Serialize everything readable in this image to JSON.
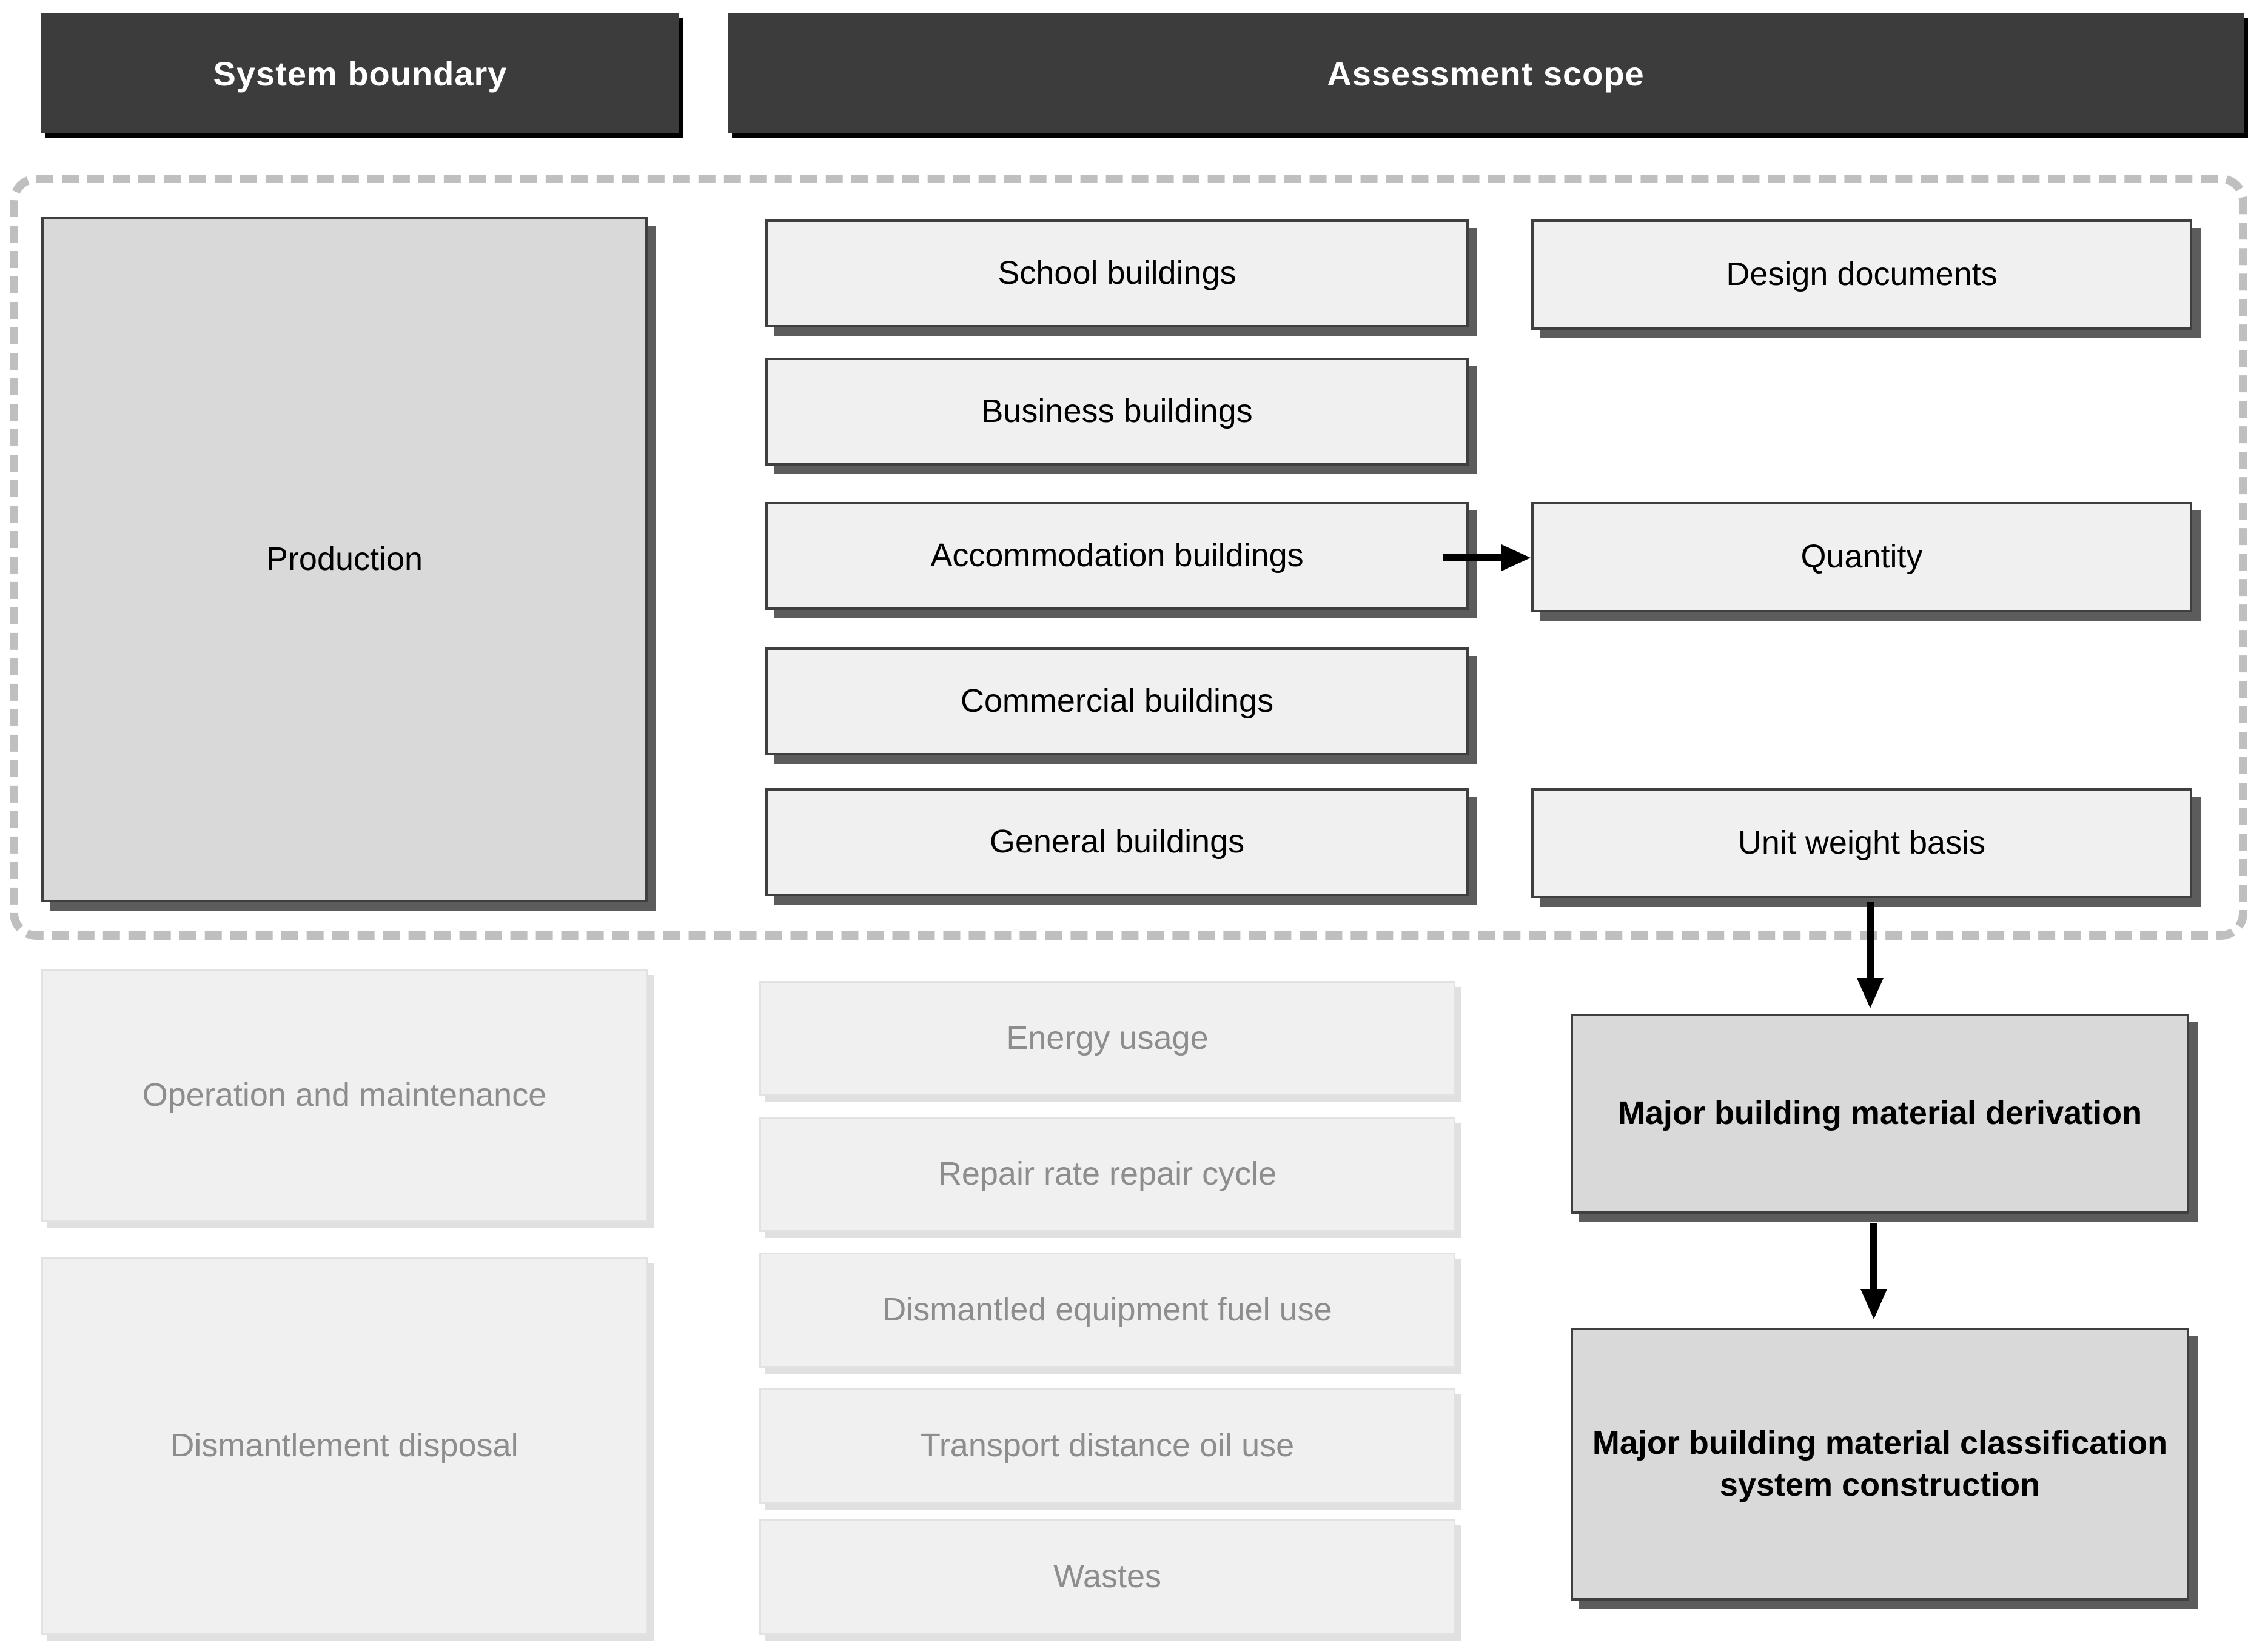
{
  "headers": {
    "system_boundary": "System boundary",
    "assessment_scope": "Assessment scope"
  },
  "colors": {
    "header_bg": "#3c3c3c",
    "header_text": "#ffffff",
    "box_fill": "#f0f0f0",
    "accent_fill": "#d9d9d9",
    "box_border": "#3f3f3f",
    "box_shadow": "#5c5c5c",
    "muted_border": "#e2e2e2",
    "muted_text": "#8d8d8d",
    "dashed_border": "#bfbfbf",
    "arrow": "#000000"
  },
  "system_boundary": {
    "in_scope": [
      {
        "label": "Production",
        "state": "active"
      }
    ],
    "out_of_scope": [
      {
        "label": "Operation and maintenance",
        "state": "muted"
      },
      {
        "label": "Dismantlement disposal",
        "state": "muted"
      }
    ]
  },
  "assessment_scope": {
    "building_types": [
      {
        "label": "School buildings",
        "state": "active"
      },
      {
        "label": "Business buildings",
        "state": "active"
      },
      {
        "label": "Accommodation buildings",
        "state": "active"
      },
      {
        "label": "Commercial buildings",
        "state": "active"
      },
      {
        "label": "General buildings",
        "state": "active"
      }
    ],
    "excluded_factors": [
      {
        "label": "Energy usage",
        "state": "muted"
      },
      {
        "label": "Repair rate repair cycle",
        "state": "muted"
      },
      {
        "label": "Dismantled equipment fuel use",
        "state": "muted"
      },
      {
        "label": "Transport distance oil use",
        "state": "muted"
      },
      {
        "label": "Wastes",
        "state": "muted"
      }
    ],
    "data_items": [
      {
        "label": "Design documents",
        "state": "active"
      },
      {
        "label": "Quantity",
        "state": "active"
      },
      {
        "label": "Unit weight basis",
        "state": "active"
      }
    ],
    "outputs": [
      {
        "label": "Major building material derivation",
        "state": "accent"
      },
      {
        "label": "Major building material classification system construction",
        "state": "accent"
      }
    ]
  },
  "connections": [
    {
      "from": "Accommodation buildings",
      "to": "Quantity",
      "direction": "right"
    },
    {
      "from": "Unit weight basis",
      "to": "Major building material derivation",
      "direction": "down"
    },
    {
      "from": "Major building material derivation",
      "to": "Major building material classification system construction",
      "direction": "down"
    }
  ]
}
